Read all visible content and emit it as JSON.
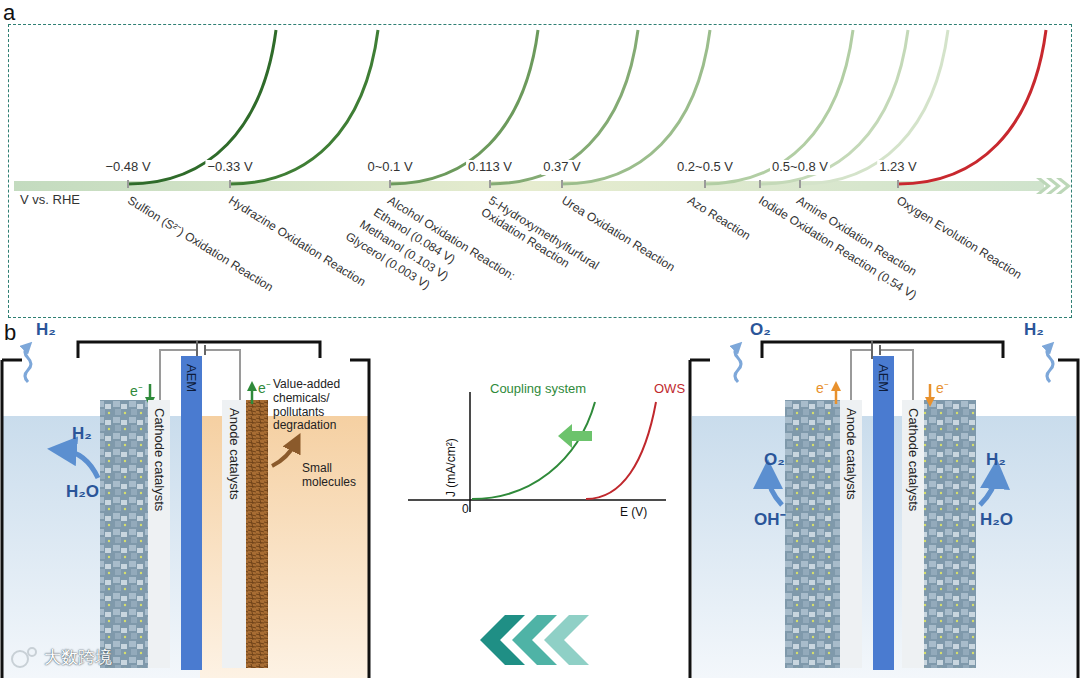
{
  "diagram": {
    "nodes": [
      {
        "text": [
          "a"
        ]
      },
      {
        "text": [
          "Cathode catalysts"
        ]
      },
      {
        "text": [
          "AEM"
        ]
      },
      {
        "text": [
          "Anode catalysts"
        ]
      },
      {
        "text": [
          "Anode catalysts"
        ]
      },
      {
        "text": [
          "AEM"
        ]
      },
      {
        "text": [
          "Cathode catalysts"
        ]
      }
    ],
    "labels": [
      "−0.48 V",
      "−0.33 V",
      "0~0.1 V",
      "0.113 V",
      "0.37 V",
      "0.2~0.5 V",
      "0.5~0.8 V",
      "1.23 V",
      "V vs. RHE",
      "Sulfion (S²⁻) Oxidation Reaction",
      "Hydrazine Oxidation Reaction",
      "Alcohol Oxidation Reaction:",
      "Ethanol (0.084 V)",
      "Methanol (0.103 V)",
      "Glycerol (0.003 V)",
      "5-Hydroxymethylfurfural Oxidation Reaction",
      "Urea Oxidation Reaction",
      "Azo Reaction",
      "Iodide Oxidation Reaction (0.54 V)",
      "Amine Oxidation Reaction",
      "Oxygen Evolution Reaction",
      "b",
      "H₂",
      "e⁻",
      "H₂",
      "H₂O",
      "e⁻",
      "Value-added chemicals/ pollutants degradation",
      "Small molecules",
      "J (mA/cm²)",
      "0",
      "E (V)",
      "Coupling system",
      "OWS",
      "O₂",
      "H₂",
      "e⁻",
      "e⁻",
      "O₂",
      "OH⁻",
      "H₂",
      "H₂O",
      "大数跨境"
    ]
  }
}
